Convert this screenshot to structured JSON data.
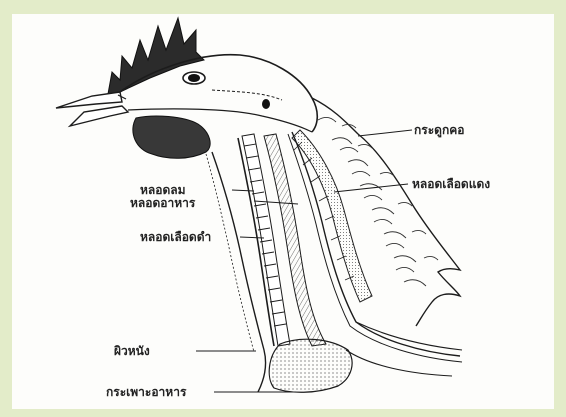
{
  "labels": {
    "neck_bone": "กระดูกคอ",
    "artery": "หลอดเลือดแดง",
    "trachea": "หลอดลม",
    "esophagus": "หลอดอาหาร",
    "vein": "หลอดเลือดดำ",
    "skin": "ผิวหนัง",
    "crop": "กระเพาะอาหาร"
  },
  "colors": {
    "frame": "#e3ecc9",
    "paper": "#fdfdfb",
    "ink": "#1c1c1c"
  }
}
